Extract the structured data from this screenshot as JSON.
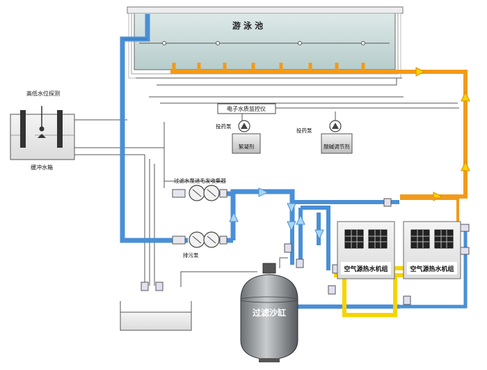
{
  "labels": {
    "pool": "游 泳 池",
    "level_sensor": "高低水位探测",
    "buffer_tank": "缓冲水箱",
    "monitor": "电子水质监控仪",
    "dosing_pump_left": "投药泵",
    "dosing_pump_right": "投药泵",
    "chem_tank_left": "絮凝剂",
    "chem_tank_right": "酸碱调节剂",
    "hair_filter": "过滤水泵进毛发收集器",
    "sewage_pump": "排污泵",
    "sand_filter": "过滤沙缸",
    "heat_pump_1": "空气源热水机组",
    "heat_pump_2": "空气源热水机组"
  },
  "colors": {
    "blue_pipe": "#4a8fd6",
    "orange_pipe": "#f29a1a",
    "yellow_pipe": "#f5d400",
    "pool_water": "#c9dcd9",
    "line": "#555555"
  }
}
